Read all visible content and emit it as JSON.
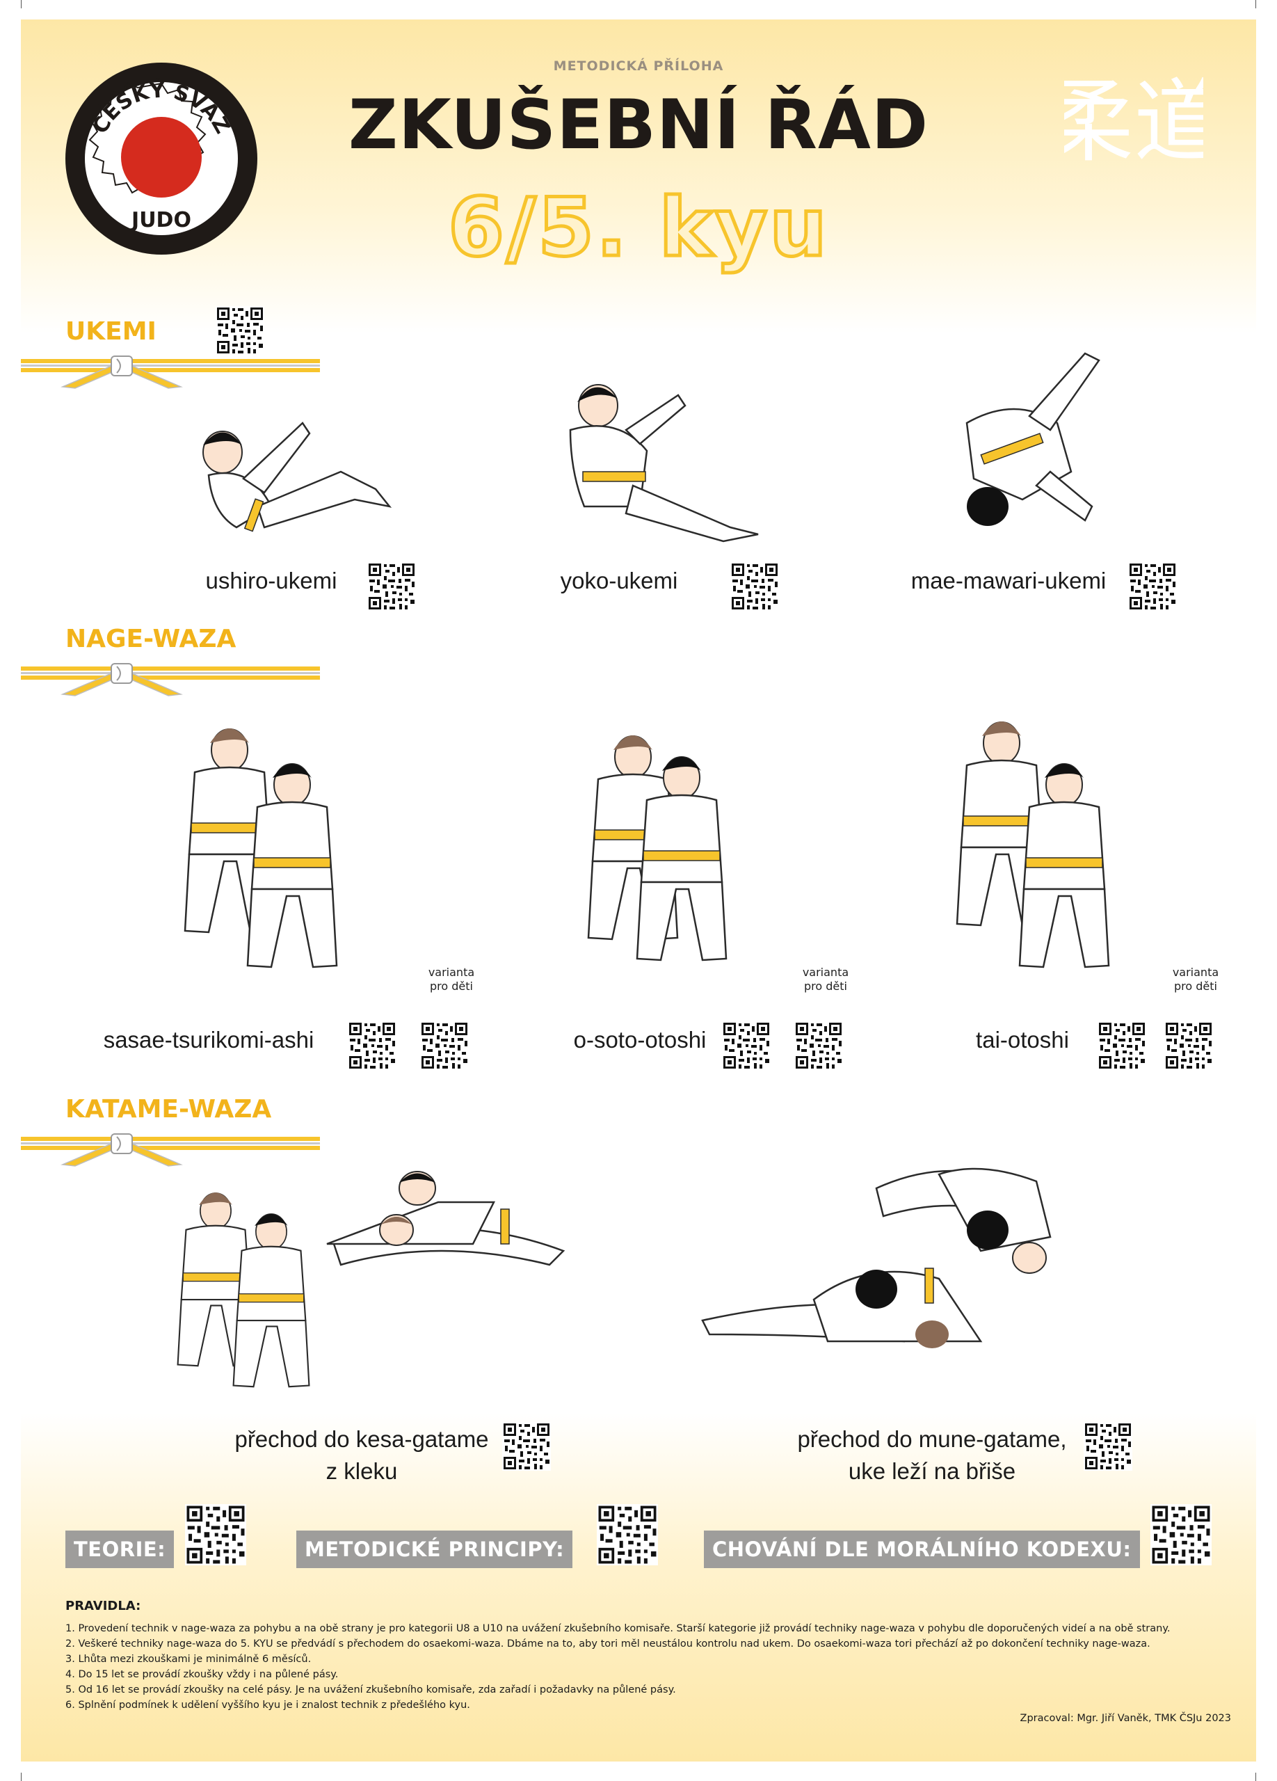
{
  "header": {
    "subtitle": "METODICKÁ PŘÍLOHA",
    "title": "ZKUŠEBNÍ ŘÁD",
    "level": "6/5. kyu",
    "logo": {
      "top_text": "ČESKÝ SVAZ",
      "bottom_text": "JUDO"
    },
    "kanji": "柔道"
  },
  "sections": {
    "ukemi": {
      "title": "UKEMI",
      "items": [
        {
          "label": "ushiro-ukemi"
        },
        {
          "label": "yoko-ukemi"
        },
        {
          "label": "mae-mawari-ukemi"
        }
      ]
    },
    "nage_waza": {
      "title": "NAGE-WAZA",
      "variant_label": "varianta pro děti",
      "items": [
        {
          "label": "sasae-tsurikomi-ashi"
        },
        {
          "label": "o-soto-otoshi"
        },
        {
          "label": "tai-otoshi"
        }
      ]
    },
    "katame_waza": {
      "title": "KATAME-WAZA",
      "items": [
        {
          "label_line1": "přechod do kesa-gatame",
          "label_line2": "z kleku"
        },
        {
          "label_line1": "přechod do mune-gatame,",
          "label_line2": "uke leží na břiše"
        }
      ]
    }
  },
  "links": {
    "teorie": "TEORIE:",
    "metodicke": "METODICKÉ PRINCIPY:",
    "chovani": "CHOVÁNÍ DLE MORÁLNÍHO KODEXU:"
  },
  "rules": {
    "title": "PRAVIDLA:",
    "items": [
      "1. Provedení technik v nage-waza za pohybu a na obě strany je pro kategorii U8 a U10 na uvážení zkušebního komisaře. Starší kategorie již provádí techniky nage-waza v pohybu dle doporučených videí a na obě strany.",
      "2. Veškeré techniky nage-waza do 5. KYU se předvádí s přechodem do osaekomi-waza. Dbáme na to, aby tori měl neustálou kontrolu nad ukem. Do osaekomi-waza tori přechází až po dokončení techniky nage-waza.",
      "3. Lhůta mezi zkouškami je minimálně 6 měsíců.",
      "4. Do 15 let se provádí zkoušky vždy i na půlené pásy.",
      "5. Od 16 let se provádí zkoušky na celé pásy. Je na uvážení zkušebního komisaře, zda zařadí i požadavky na půlené pásy.",
      "6. Splnění podmínek k udělení vyššího kyu je i znalost technik z předešlého kyu."
    ],
    "credit": "Zpracoval: Mgr. Jiří Vaněk, TMK ČSJu 2023"
  },
  "colors": {
    "accent": "#f2b31b",
    "gray": "#9e9d9b",
    "red": "#d52b1e",
    "dark": "#1f1a17"
  }
}
